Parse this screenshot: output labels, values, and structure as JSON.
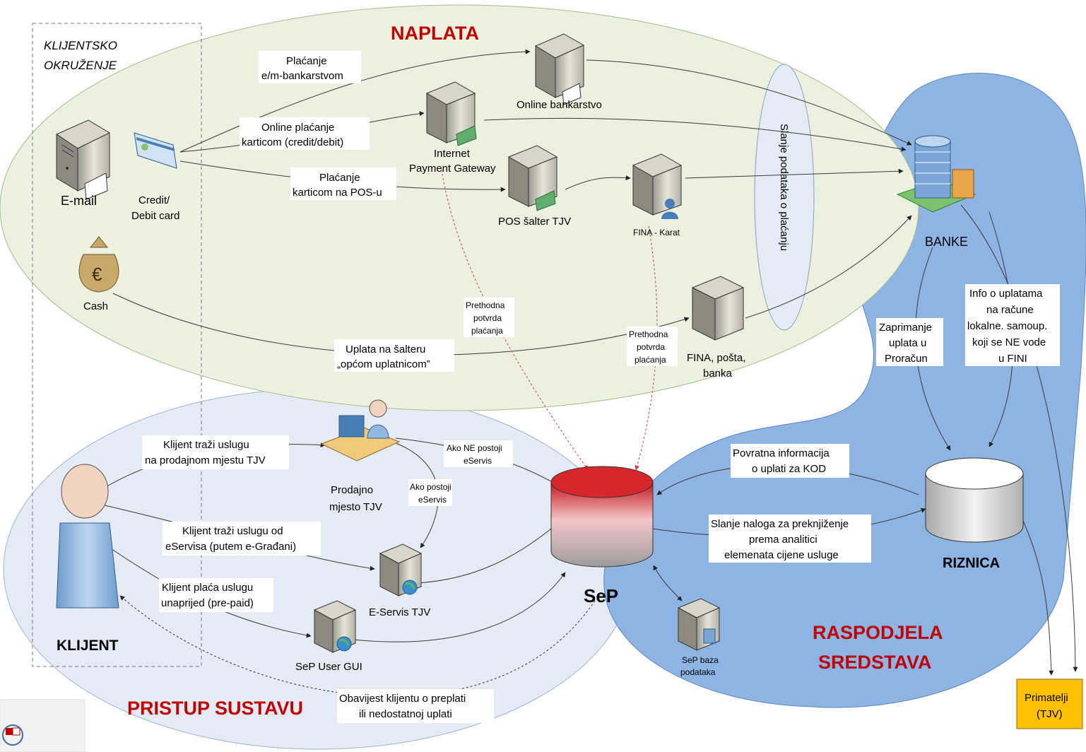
{
  "regions": {
    "naplata": "NAPLATA",
    "pristup": "PRISTUP SUSTAVU",
    "raspodjela_line1": "RASPODJELA",
    "raspodjela_line2": "SREDSTAVA"
  },
  "client_env": {
    "line1": "KLIJENTSKO",
    "line2": "OKRUŽENJE"
  },
  "nodes": {
    "email": "E-mail",
    "card_line1": "Credit/",
    "card_line2": "Debit card",
    "cash": "Cash",
    "online_banking": "Online bankarstvo",
    "ipg_line1": "Internet",
    "ipg_line2": "Payment Gateway",
    "pos": "POS šalter TJV",
    "fina_karat": "FINA - Karat",
    "fina_posta_line1": "FINA, pošta,",
    "fina_posta_line2": "banka",
    "banke": "BANKE",
    "riznica": "RIZNICA",
    "sep": "SeP",
    "sep_db_line1": "SeP baza",
    "sep_db_line2": "podataka",
    "klijent": "KLIJENT",
    "prodajno_line1": "Prodajno",
    "prodajno_line2": "mjesto TJV",
    "eservis": "E-Servis TJV",
    "sep_gui": "SeP User GUI",
    "primatelji_line1": "Primatelji",
    "primatelji_line2": "(TJV)"
  },
  "labels": {
    "placanje_ebank": [
      "Plaćanje",
      "e/m-bankarstvom"
    ],
    "online_kartica": [
      "Online plaćanje",
      "karticom (credit/debit)"
    ],
    "pos_kartica": [
      "Plaćanje",
      "karticom na POS-u"
    ],
    "uplata_salter": [
      "Uplata na šalteru",
      "„općom uplatnicom”"
    ],
    "prethodna_1": [
      "Prethodna",
      "potvrda",
      "plaćanja"
    ],
    "prethodna_2": [
      "Prethodna",
      "potvrda",
      "plaćanja"
    ],
    "slanje_podataka": "Slanje podataka o plaćanju",
    "zaprimanje": [
      "Zaprimanje",
      "uplata u",
      "Proračun"
    ],
    "info_uplatama": [
      "Info o uplatama",
      "na račune",
      "lokalne. samoup.",
      "koji se NE vode",
      "u FINI"
    ],
    "povratna": [
      "Povratna informacija",
      "o uplati za KOD"
    ],
    "slanje_naloga": [
      "Slanje naloga za preknjiženje",
      "prema analitici",
      "elemenata cijene usluge"
    ],
    "klijent_prodajno": [
      "Klijent traži uslugu",
      "na prodajnom mjestu TJV"
    ],
    "klijent_eservis": [
      "Klijent traži uslugu od",
      "eServisa (putem e-Građani)"
    ],
    "klijent_prepaid": [
      "Klijent plaća uslugu",
      "unaprijed (pre-paid)"
    ],
    "ako_ne_postoji": [
      "Ako NE postoji",
      "eServis"
    ],
    "ako_postoji": [
      "Ako postoji",
      "eServis"
    ],
    "obavijest": [
      "Obavijest klijentu o preplati",
      "ili nedostatnoj uplati"
    ]
  },
  "colors": {
    "naplata_fill": "#ebf1de",
    "pristup_fill": "#e4ebf5",
    "raspodjela_fill": "#8eb4e3",
    "region_title": "#c00000",
    "primatelji_fill": "#ffc000"
  }
}
